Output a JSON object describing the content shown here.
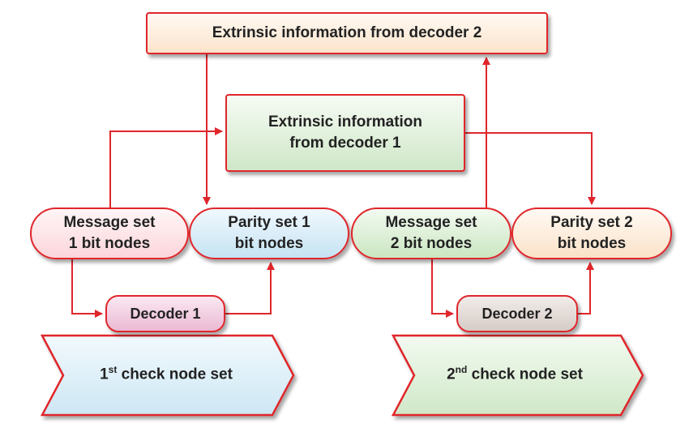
{
  "nodes": {
    "extrinsic_decoder2": "Extrinsic information from decoder 2",
    "extrinsic_decoder1": [
      "Extrinsic information",
      "from decoder 1"
    ],
    "message_set_1": [
      "Message set",
      "1 bit nodes"
    ],
    "parity_set_1": [
      "Parity set 1",
      "bit nodes"
    ],
    "message_set_2": [
      "Message set",
      "2 bit nodes"
    ],
    "parity_set_2": [
      "Parity set 2",
      "bit nodes"
    ],
    "decoder_1": "Decoder 1",
    "decoder_2": "Decoder 2"
  },
  "check_node_sets": {
    "set1": {
      "ordinal": "1",
      "suffix": "st",
      "text": " check node set"
    },
    "set2": {
      "ordinal": "2",
      "suffix": "nd",
      "text": " check node set"
    }
  },
  "colors": {
    "arrow": "#e0262b",
    "border": "#e0262b",
    "chevron1_fill": "#dbeff8",
    "chevron2_fill": "#d9eed3"
  }
}
